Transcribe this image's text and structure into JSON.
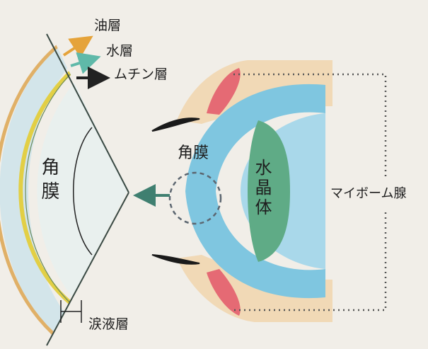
{
  "layer_labels": {
    "oil": "油層",
    "water": "水層",
    "mucin": "ムチン層",
    "tear": "涙液層"
  },
  "labels": {
    "cornea_vertical": "角膜",
    "cornea": "角膜",
    "lens": "水晶体",
    "meibomian": "マイボーム腺"
  },
  "colors": {
    "paper": "#f1eee8",
    "oil_layer": "#e0b067",
    "water_layer": "#cfe3ea",
    "mucin_layer": "#e2cf45",
    "cornea_blue": "#7fc6e0",
    "lens_green": "#5fab86",
    "eyelid_red": "#e56a74",
    "skin": "#f1d5ad",
    "arrow_oil": "#e5a33a",
    "arrow_water": "#5fb9a9",
    "arrow_mucin": "#222222",
    "pointer": "#3f7f70"
  }
}
